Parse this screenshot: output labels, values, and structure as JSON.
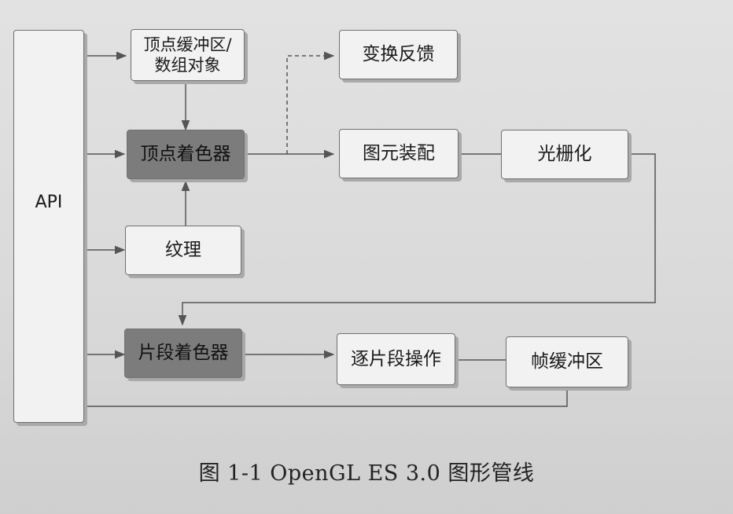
{
  "diagram": {
    "nodes": {
      "api": "API",
      "vbo": "顶点缓冲区/\n数组对象",
      "vertex_shader": "顶点着色器",
      "texture": "纹理",
      "fragment_shader": "片段着色器",
      "transform_feedback": "变换反馈",
      "primitive_assembly": "图元装配",
      "rasterization": "光栅化",
      "per_fragment_ops": "逐片段操作",
      "framebuffer": "帧缓冲区"
    },
    "colors": {
      "shader_fill": "#7c7c7c",
      "box_fill": "#f2f2f2",
      "line": "#555555"
    }
  },
  "caption": "图 1-1 OpenGL ES 3.0 图形管线"
}
